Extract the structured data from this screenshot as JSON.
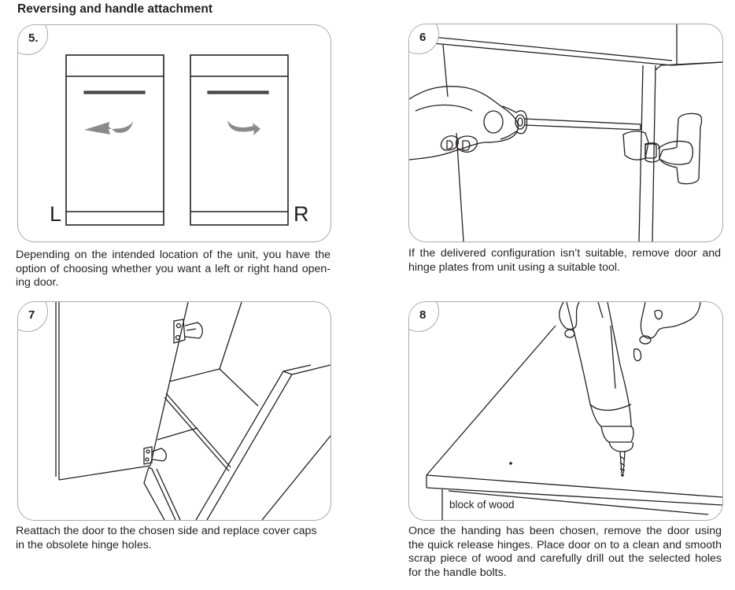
{
  "page": {
    "heading": "Reversing and handle attachment"
  },
  "steps": [
    {
      "number": "5.",
      "caption": "Depending on the intended location of the unit, you have the option of choosing whether you want a left or right hand opening door.",
      "caption_lines": [
        "Depending on the intended location of the unit, you have the",
        "option of choosing whether you want a left or right hand open-",
        "ing door."
      ],
      "labels": {
        "left": "L",
        "right": "R"
      },
      "illustration": "two-door-units-with-swing-arrows"
    },
    {
      "number": "6",
      "caption": "If the delivered configuration isn't suitable, remove door and hinge plates from unit using a suitable tool.",
      "caption_lines": [
        "If the delivered configuration isn’t suitable, remove door and",
        "hinge plates from unit using a suitable tool."
      ],
      "illustration": "hand-screwdriver-removing-hinge"
    },
    {
      "number": "7",
      "caption": "Reattach the door to the chosen side and replace cover caps in the obsolete hinge holes.",
      "caption_lines": [
        "Reattach the door to the chosen side and replace cover caps",
        "in the obsolete hinge holes."
      ],
      "illustration": "door-reattached-with-hinges"
    },
    {
      "number": "8",
      "caption": "Once the handing has been chosen, remove the door using the quick release hinges. Place door on to a clean and smooth scrap piece of wood and carefully drill out the selected holes for the handle bolts.",
      "caption_lines": [
        "Once the handing has been chosen, remove the door using",
        "the quick release hinges. Place door on to a clean and smooth",
        "scrap piece of wood and carefully drill out the selected holes",
        "for the handle bolts."
      ],
      "labels": {
        "block": "block of wood"
      },
      "illustration": "drill-on-door-over-wood-block"
    }
  ],
  "colors": {
    "text": "#231f20",
    "panel_border": "#a9a9a9",
    "arrow": "#8a8a8a"
  }
}
